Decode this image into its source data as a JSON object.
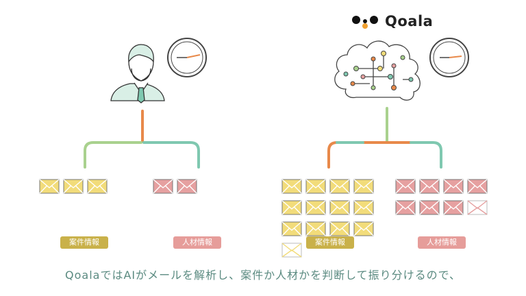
{
  "brand": {
    "name": "Qoala",
    "logo_icon": "qoala-logo-icon"
  },
  "labels": {
    "job_info": "案件情報",
    "person_info": "人材情報"
  },
  "caption": "QoalaではAIがメールを解析し、案件か人材かを判断して振り分けるので、",
  "colors": {
    "line_green": "#a9d18e",
    "line_teal": "#7fc8b0",
    "line_orange": "#e8894a",
    "mail_yellow": "#f2dc7a",
    "mail_pink": "#e6a0a0",
    "badge_job": "#c9b14a",
    "badge_person": "#e69d9a",
    "caption": "#5a8a80"
  },
  "left_panel": {
    "job_mail_count": 3,
    "person_mail_count": 2
  },
  "right_panel": {
    "job_mail_count": 13,
    "job_mail_open": 1,
    "person_mail_count": 8,
    "person_mail_open": 1
  }
}
